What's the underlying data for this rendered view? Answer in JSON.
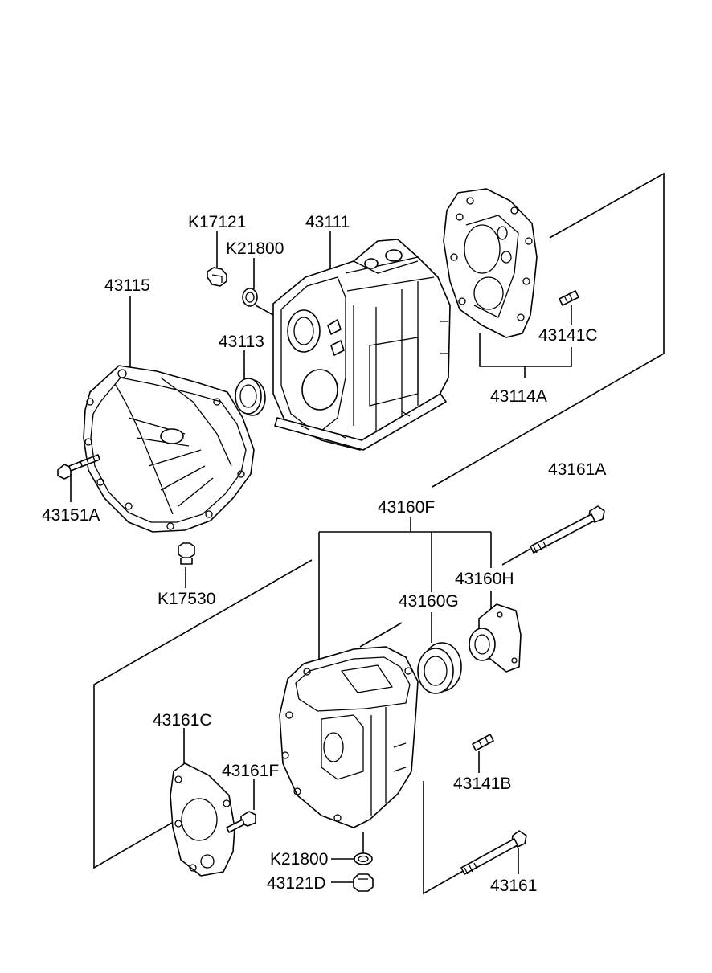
{
  "labels": {
    "p43111": "43111",
    "p43113": "43113",
    "p43114A": "43114A",
    "p43115": "43115",
    "p43121D": "43121D",
    "p43141B": "43141B",
    "p43141C": "43141C",
    "p43151A": "43151A",
    "p43160F": "43160F",
    "p43160G": "43160G",
    "p43160H": "43160H",
    "p43161": "43161",
    "p43161A": "43161A",
    "p43161C": "43161C",
    "p43161F": "43161F",
    "pK17121": "K17121",
    "pK17530": "K17530",
    "pK21800_top": "K21800",
    "pK21800_bottom": "K21800"
  }
}
